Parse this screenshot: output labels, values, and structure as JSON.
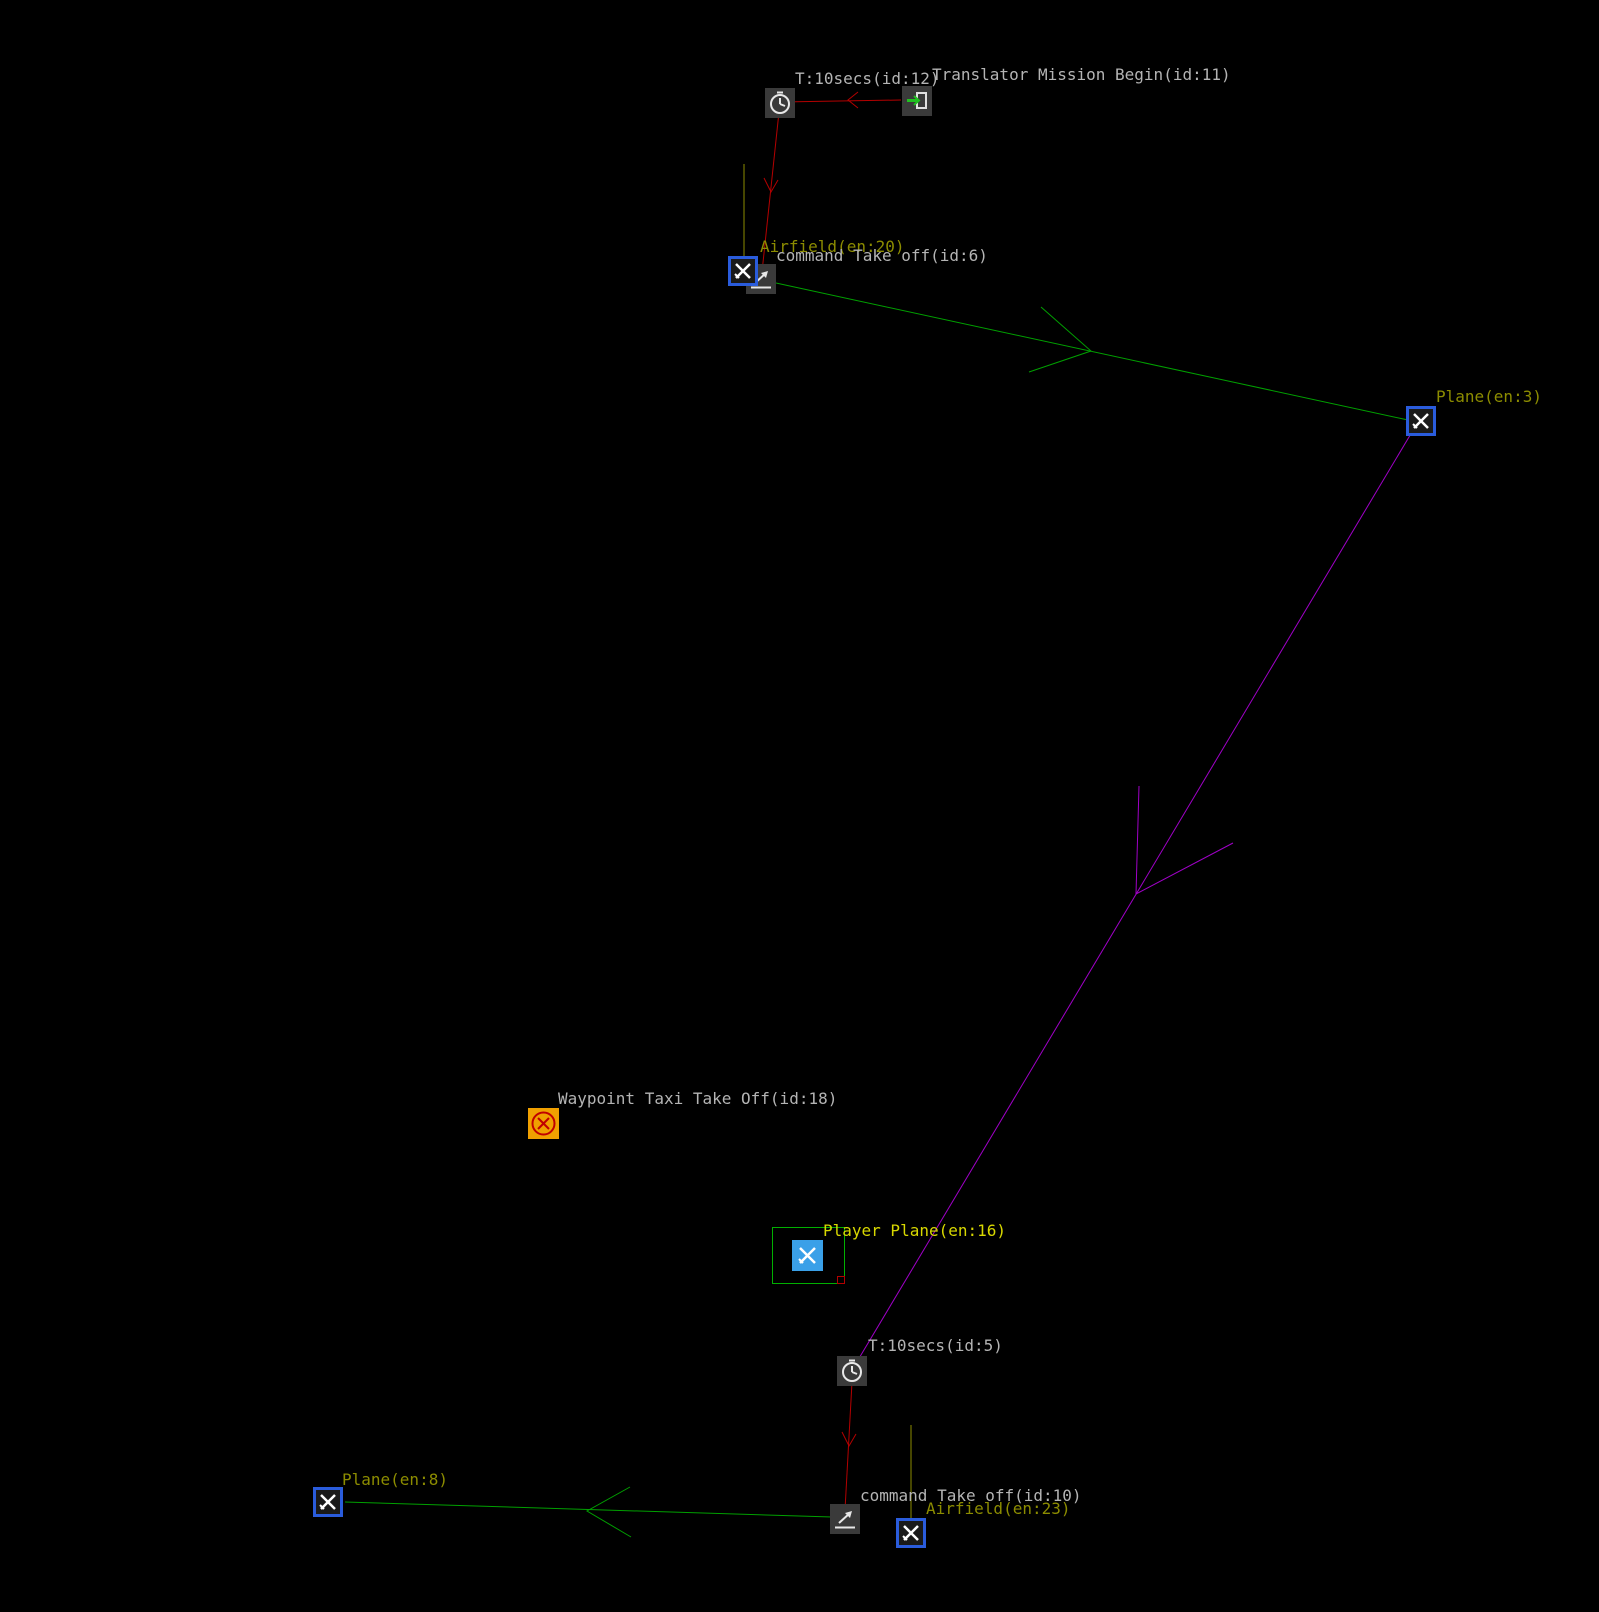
{
  "colors": {
    "background": "#000000",
    "text_default": "#b4b4b4",
    "text_entity": "#8c8c00",
    "text_player": "#d8d800",
    "link_trigger": "#b40000",
    "link_object": "#00a000",
    "link_waypoint": "#a000c8",
    "link_entity": "#8c8c00",
    "icon_bg_dark": "#3a3a3a",
    "icon_blue": "#2a5cdc",
    "icon_player": "#3aa0e8",
    "icon_waypoint": "#f0a000",
    "selection_box": "#00b000"
  },
  "nodes": {
    "mission_begin": {
      "label": "Translator Mission Begin(id:11)",
      "icon": "mission-begin-icon"
    },
    "timer_top": {
      "label": "T:10secs(id:12)",
      "icon": "timer-icon"
    },
    "airfield_top": {
      "label": "Airfield(en:20)",
      "icon": "airfield-plane-icon"
    },
    "cmd_takeoff_top": {
      "label": "command Take off(id:6)",
      "icon": "takeoff-icon"
    },
    "plane_right": {
      "label": "Plane(en:3)",
      "icon": "plane-icon"
    },
    "waypoint": {
      "label": "Waypoint Taxi Take Off(id:18)",
      "icon": "waypoint-icon"
    },
    "player_plane": {
      "label": "Player Plane(en:16)",
      "icon": "player-plane-icon"
    },
    "timer_bottom": {
      "label": "T:10secs(id:5)",
      "icon": "timer-icon"
    },
    "cmd_takeoff_bottom": {
      "label": "command Take off(id:10)",
      "icon": "takeoff-icon"
    },
    "airfield_bottom": {
      "label": "Airfield(en:23)",
      "icon": "airfield-plane-icon"
    },
    "plane_left": {
      "label": "Plane(en:8)",
      "icon": "plane-icon"
    }
  }
}
